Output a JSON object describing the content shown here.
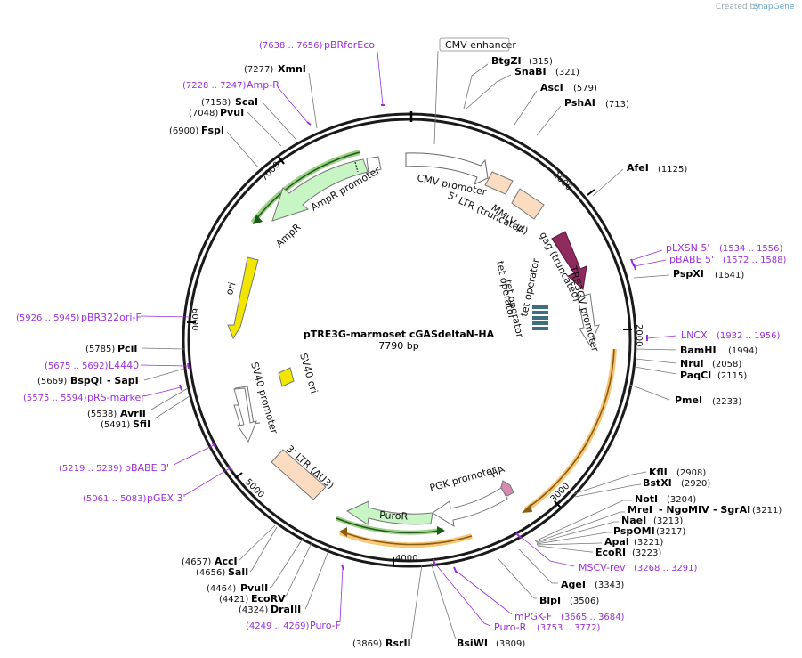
{
  "plasmid": {
    "name": "pTRE3G-marmoset cGASdeltaN-HA",
    "length": "7790 bp"
  },
  "credit": {
    "prefix": "Created by",
    "brand": "SnapGene"
  },
  "colors": {
    "backbone": "#1a1a1a",
    "primer": "#9b30d9",
    "ampr": "#c8f5c4",
    "ori": "#f2e600",
    "ltr": "#fcdcc0",
    "gag": "#8e2a5e",
    "puro": "#c8f5c4",
    "orf_highlight": "#f5b955",
    "ampr_highlight": "#4caa1f"
  },
  "ticks": [
    {
      "label": "1000"
    },
    {
      "label": "2000"
    },
    {
      "label": "3000"
    },
    {
      "label": "4000"
    },
    {
      "label": "5000"
    },
    {
      "label": "6000"
    },
    {
      "label": "7000"
    }
  ],
  "enzymes": [
    {
      "name": "BtgZI",
      "pos": "(315)"
    },
    {
      "name": "SnaBI",
      "pos": "(321)"
    },
    {
      "name": "AscI",
      "pos": "(579)"
    },
    {
      "name": "PshAI",
      "pos": "(713)"
    },
    {
      "name": "AfeI",
      "pos": "(1125)"
    },
    {
      "name": "PspXI",
      "pos": "(1641)"
    },
    {
      "name": "BamHI",
      "pos": "(1994)"
    },
    {
      "name": "NruI",
      "pos": "(2058)"
    },
    {
      "name": "PaqCI",
      "pos": "(2115)"
    },
    {
      "name": "PmeI",
      "pos": "(2233)"
    },
    {
      "name": "KflI",
      "pos": "(2908)"
    },
    {
      "name": "BstXI",
      "pos": "(2920)"
    },
    {
      "name": "NotI",
      "pos": "(3204)"
    },
    {
      "name": "MreI",
      "pos": ""
    },
    {
      "name": "- NgoMIV",
      "pos": ""
    },
    {
      "name": "- SgrAI",
      "pos": "(3211)"
    },
    {
      "name": "NaeI",
      "pos": "(3213)"
    },
    {
      "name": "PspOMI",
      "pos": "(3217)"
    },
    {
      "name": "ApaI",
      "pos": "(3221)"
    },
    {
      "name": "EcoRI",
      "pos": "(3223)"
    },
    {
      "name": "AgeI",
      "pos": "(3343)"
    },
    {
      "name": "BlpI",
      "pos": "(3506)"
    },
    {
      "name": "BsiWI",
      "pos": "(3809)"
    },
    {
      "name": "RsrII",
      "pos": "(3869)"
    },
    {
      "name": "DraIII",
      "pos": "(4324)"
    },
    {
      "name": "EcoRV",
      "pos": "(4421)"
    },
    {
      "name": "PvuII",
      "pos": "(4464)"
    },
    {
      "name": "SalI",
      "pos": "(4656)"
    },
    {
      "name": "AccI",
      "pos": "(4657)"
    },
    {
      "name": "SfiI",
      "pos": "(5491)"
    },
    {
      "name": "AvrII",
      "pos": "(5538)"
    },
    {
      "name": "BspQI",
      "pos": "(5669)"
    },
    {
      "name": "- SapI",
      "pos": ""
    },
    {
      "name": "PciI",
      "pos": "(5785)"
    },
    {
      "name": "FspI",
      "pos": "(6900)"
    },
    {
      "name": "PvuI",
      "pos": "(7048)"
    },
    {
      "name": "ScaI",
      "pos": "(7158)"
    },
    {
      "name": "XmnI",
      "pos": "(7277)"
    }
  ],
  "primers": [
    {
      "name": "pBRforEco",
      "range": "(7638 .. 7656)"
    },
    {
      "name": "Amp-R",
      "range": "(7228 .. 7247)"
    },
    {
      "name": "pLXSN 5'",
      "range": "(1534 .. 1556)"
    },
    {
      "name": "pBABE 5'",
      "range": "(1572 .. 1588)"
    },
    {
      "name": "LNCX",
      "range": "(1932 .. 1956)"
    },
    {
      "name": "MSCV-rev",
      "range": "(3268 .. 3291)"
    },
    {
      "name": "mPGK-F",
      "range": "(3665 .. 3684)"
    },
    {
      "name": "Puro-R",
      "range": "(3753 .. 3772)"
    },
    {
      "name": "Puro-F",
      "range": "(4249 .. 4269)"
    },
    {
      "name": "pGEX 3'",
      "range": "(5061 .. 5083)"
    },
    {
      "name": "pBABE 3'",
      "range": "(5219 .. 5239)"
    },
    {
      "name": "pRS-marker",
      "range": "(5575 .. 5594)"
    },
    {
      "name": "L4440",
      "range": "(5675 .. 5692)"
    },
    {
      "name": "pBR322ori-F",
      "range": "(5926 .. 5945)"
    }
  ],
  "features": {
    "cmv_enhancer": "CMV enhancer",
    "cmv_promoter": "CMV promoter",
    "ltr5": "5' LTR (truncated)",
    "mmlv_psi": "MMLV ψ",
    "gag": "gag (truncated)",
    "tre3gv": "TRE3GV promoter",
    "tetop1": "tet operator",
    "tetop2": "tet operator",
    "tetop3": "tet operator",
    "ampr_promoter": "AmpR promoter",
    "ampr": "AmpR",
    "ori": "ori",
    "sv40_ori": "SV40 ori",
    "sv40_promoter": "SV40 promoter",
    "ltr3": "3' LTR (ΔU3)",
    "pgk_promoter": "PGK promoter",
    "ha": "HA",
    "puror": "PuroR"
  }
}
